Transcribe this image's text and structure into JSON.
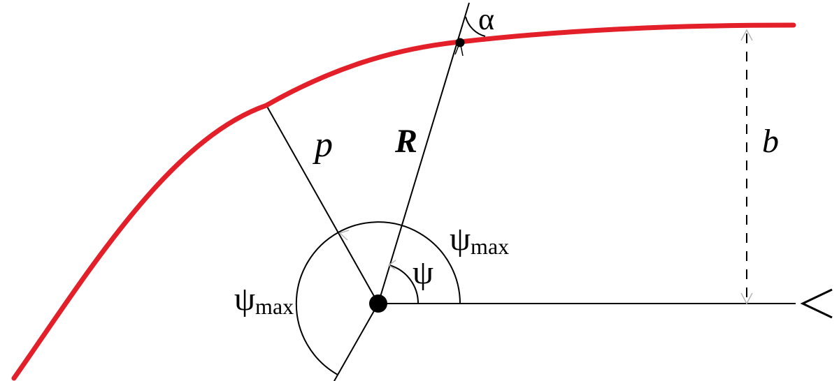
{
  "labels": {
    "alpha": "α",
    "p": "p",
    "R": "R",
    "b": "b",
    "psi": "ψ",
    "psi_max_right_symbol": "ψ",
    "psi_max_right_sub": "max",
    "psi_max_left_symbol": "ψ",
    "psi_max_left_sub": "max"
  },
  "colors": {
    "trajectory": "#e3202a",
    "lines": "#000000",
    "arrowheads": "#b5b5b5"
  }
}
